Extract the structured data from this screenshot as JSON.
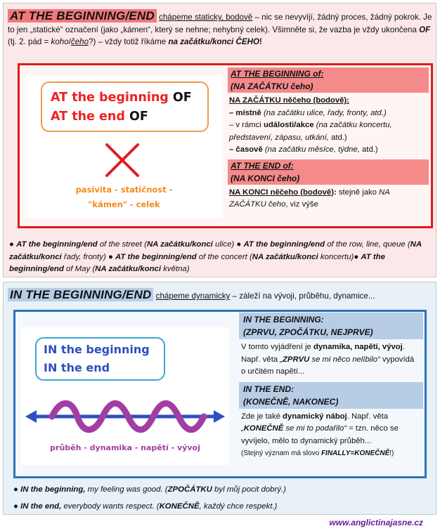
{
  "section1": {
    "title": "AT THE BEGINNING/END",
    "intro": {
      "lead": "chápeme staticky, bodově",
      "t1": " – nic se nevyvíjí, žádný proces, žádný pokrok. Je to jen „statické“ označení (jako „kámen“, který se nehne; nehybný celek). Všimněte si, že vazba je vždy ukončena ",
      "of": "OF",
      "t2": " (tj. 2. pád = ",
      "koho": "koho",
      "slash": "/",
      "ceho": "čeho",
      "t3": "?) – vždy totiž říkáme ",
      "phrase": "na začátku/konci ČEHO",
      "end": "!"
    },
    "image": {
      "line1_main": "AT the beginning ",
      "line1_of": "OF",
      "line2_main": "AT the end ",
      "line2_of": "OF",
      "x_icon": "cross-icon",
      "caption1": "pasivita - statičnost -",
      "caption2": "\"kámen\" - celek"
    },
    "beginning_header": {
      "line1": "AT THE BEGINNING of:",
      "line2": "(NA ZAČÁTKU čeho)"
    },
    "beginning_body": {
      "heading": "NA ZAČÁTKU něčeho (bodově):",
      "b1_label": "– místně",
      "b1_note": " (na začátku ulice, řady, fronty, atd.)",
      "b2_pre": "– v rámci ",
      "b2_label": "události/akce",
      "b2_note": " (na začátku koncertu, představení, zápasu, utkání,",
      "b2_end": " atd.)",
      "b3_label": "– časově",
      "b3_note": " (na začátku měsíce, týdne,",
      "b3_end": " atd.)"
    },
    "end_header": {
      "line1": "AT THE END of:",
      "line2": "(NA KONCI čeho)"
    },
    "end_body": {
      "heading": "NA KONCI něčeho (bodově)",
      "colon": ":",
      "text": " stejně jako ",
      "italic": "NA ZAČÁTKU čeho",
      "end": ", viz výše"
    },
    "examples": {
      "bullet": "●",
      "e1a": "AT the beginning/end",
      "e1b": " of the street (",
      "e1c": "NA začátku/konci",
      "e1d": " ulice) ",
      "e2a": "AT the beginning/end",
      "e2b": " of the row, line, queue (",
      "e2c": "NA začátku/konci",
      "e2d": " řady, fronty) ",
      "e3a": "AT the beginning/end",
      "e3b": " of the concert (",
      "e3c": "NA začátku/konci",
      "e3d": " koncertu)",
      "e4a": "AT the beginning/end",
      "e4b": " of May (",
      "e4c": "NA začátku/konci",
      "e4d": " května)"
    }
  },
  "section2": {
    "title": "IN THE BEGINNING/END",
    "intro": {
      "lead": "chápeme dynamicky",
      "text": " – záleží na vývoji, průběhu, dynamice..."
    },
    "image": {
      "line1": "IN the beginning",
      "line2": "IN the end",
      "wave_icon": "wavy-arrow-icon",
      "caption": "průběh - dynamika - napětí - vývoj"
    },
    "beginning_header": {
      "line1": "IN THE BEGINNING:",
      "line2": "(ZPRVU, ZPOČÁTKU, NEJPRVE)"
    },
    "beginning_body": {
      "t1": "V tomto vyjádření je ",
      "b1": "dynamika, napětí, vývoj",
      "t2": ". Např. věta ",
      "q1": "„",
      "zprvu": "ZPRVU",
      "q2": " se mi něco nelíbilo“",
      "t3": " vypovídá o určitém napětí..."
    },
    "end_header": {
      "line1": "IN THE END:",
      "line2": "(KONEČNĚ, NAKONEC)"
    },
    "end_body": {
      "t1": "Zde je také ",
      "b1": "dynamický náboj",
      "t2": ". Např. věta ",
      "q1": "„",
      "konecne": "KONEČNĚ",
      "q2": " se mi to podařilo“",
      "t3": " = tzn. něco se vyvíjelo, mělo to dynamický průběh...",
      "note_a": "(Stejný význam má slovo ",
      "note_b": "FINALLY=KONEČNĚ",
      "note_c": "!)"
    },
    "examples": {
      "bullet": "●",
      "e1a": "IN the beginning,",
      "e1b": " my feeling was good. (",
      "e1c": "ZPOČÁTKU",
      "e1d": " byl můj pocit dobrý.)",
      "e2a": "IN the end,",
      "e2b": " everybody wants respect. (",
      "e2c": "KONEČNĚ",
      "e2d": ", každý chce respekt.)"
    }
  },
  "footer": {
    "site": "www.anglictinajasne.cz"
  },
  "colors": {
    "red_accent": "#dd1b1b",
    "red_header": "#f48a8a",
    "red_bg": "#fce8e8",
    "blue_accent": "#2e73b6",
    "blue_header": "#b7cde6",
    "blue_bg": "#e8f0f8",
    "orange_caption": "#f28a1e",
    "purple_caption": "#a23ea3",
    "footer_purple": "#6a1b9a"
  }
}
